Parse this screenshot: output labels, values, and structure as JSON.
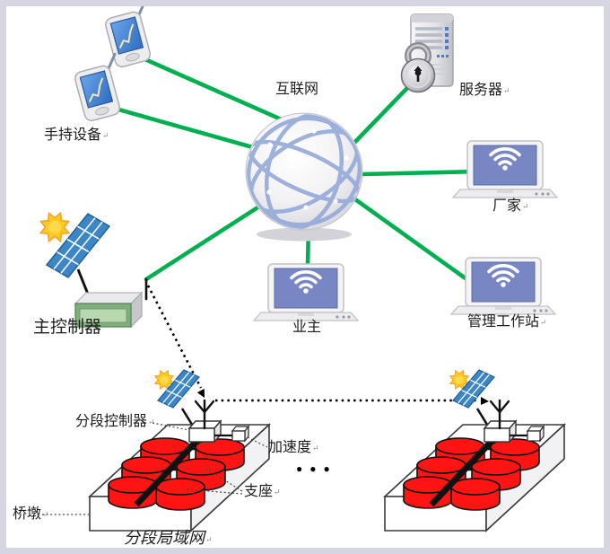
{
  "diagram": {
    "description": "Bridge structural health monitoring network diagram",
    "nodes": {
      "internet": {
        "label": "互联网",
        "mark": ""
      },
      "handheld_devices": {
        "label": "手持设备",
        "mark": "↵"
      },
      "server": {
        "label": "服务器",
        "mark": "↵"
      },
      "manufacturer": {
        "label": "厂家",
        "mark": "↵"
      },
      "owner": {
        "label": "业主",
        "mark": ""
      },
      "management_workstation": {
        "label": "管理工作站",
        "mark": "↵"
      },
      "main_controller": {
        "label": "主控制器",
        "mark": ""
      },
      "segment_controller": {
        "label": "分段控制器",
        "mark": "↵"
      },
      "accelerometer": {
        "label": "加速度",
        "mark": "↵"
      },
      "bearing": {
        "label": "支座",
        "mark": "↵"
      },
      "bridge_pier": {
        "label": "桥墩",
        "mark": "↵"
      },
      "segment_lan": {
        "label": "分段局域网",
        "mark": "↵"
      },
      "more_segments": {
        "label": "●●●"
      }
    },
    "links": {
      "green_wired": [
        "手持设备(上) — 互联网",
        "手持设备(下) — 互联网",
        "服务器 — 互联网",
        "厂家 — 互联网",
        "管理工作站 — 互联网",
        "业主 — 互联网",
        "主控制器 — 互联网"
      ],
      "dotted_wireless": [
        "主控制器 — 分段控制器(左段)",
        "分段控制器(左段) — 分段控制器(右段)"
      ]
    },
    "colors": {
      "link_green": "#00B050",
      "bearing_red": "#FF1414",
      "laptop_screen_blue": "#7886C4",
      "pda_screen_blue": "#4586DC",
      "solar_panel_blue": "#3C86C6",
      "sun_yellow": "#FFC91E",
      "controller_green": "#7FAE7C",
      "globe_mesh_blue": "#93A9D8",
      "frame_lavender": "#D6D6E2"
    }
  }
}
